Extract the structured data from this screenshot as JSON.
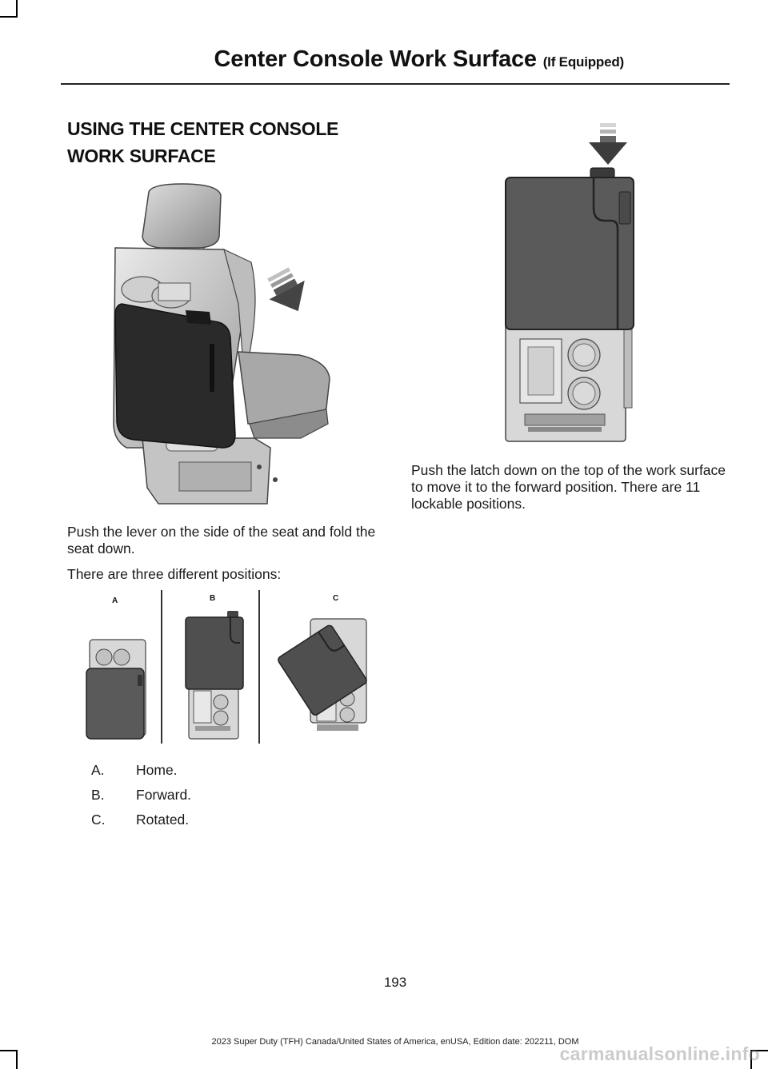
{
  "header": {
    "title": "Center Console Work Surface",
    "title_suffix": "(If Equipped)"
  },
  "section": {
    "heading_line1": "USING THE CENTER CONSOLE",
    "heading_line2": "WORK SURFACE"
  },
  "left_column": {
    "para1": "Push the lever on the side of the seat and fold the seat down.",
    "para2": "There are three different positions:",
    "figure_labels": [
      "A",
      "B",
      "C"
    ],
    "list": [
      {
        "letter": "A.",
        "text": "Home."
      },
      {
        "letter": "B.",
        "text": "Forward."
      },
      {
        "letter": "C.",
        "text": "Rotated."
      }
    ]
  },
  "right_column": {
    "para1": "Push the latch down on the top of the work surface to move it to the forward position. There are 11 lockable positions."
  },
  "footer": {
    "page_number": "193",
    "edition_text": "2023 Super Duty (TFH) Canada/United States of America, enUSA, Edition date: 202211, DOM"
  },
  "watermark": "carmanualsonline.info",
  "colors": {
    "work_surface": "#5a5a5a",
    "work_surface_dark": "#262626",
    "console_light": "#d8d8d8"
  }
}
